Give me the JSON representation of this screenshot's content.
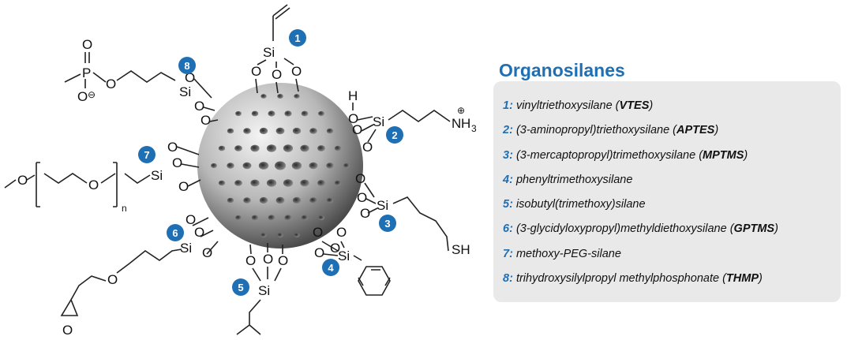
{
  "legend": {
    "title": "Organosilanes",
    "items": [
      {
        "num": "1:",
        "name": "vinyltriethoxysilane (",
        "abbr": "VTES",
        "tail": ")"
      },
      {
        "num": "2:",
        "name": "(3-aminopropyl)triethoxysilane (",
        "abbr": "APTES",
        "tail": ")"
      },
      {
        "num": "3:",
        "name": "(3-mercaptopropyl)trimethoxysilane (",
        "abbr": "MPTMS",
        "tail": ")"
      },
      {
        "num": "4:",
        "name": "phenyltrimethoxysilane",
        "abbr": "",
        "tail": ""
      },
      {
        "num": "5:",
        "name": "isobutyl(trimethoxy)silane",
        "abbr": "",
        "tail": ""
      },
      {
        "num": "6:",
        "name": "(3-glycidyloxypropyl)methyldiethoxysilane (",
        "abbr": "GPTMS",
        "tail": ")"
      },
      {
        "num": "7:",
        "name": "methoxy-PEG-silane",
        "abbr": "",
        "tail": ""
      },
      {
        "num": "8:",
        "name": "trihydroxysilylpropyl methylphosphonate (",
        "abbr": "THMP",
        "tail": ")"
      }
    ]
  },
  "diagram": {
    "badge_color": "#1f6fb5",
    "badges": [
      "1",
      "2",
      "3",
      "4",
      "5",
      "6",
      "7",
      "8"
    ],
    "atoms": {
      "si": "Si",
      "o": "O",
      "p": "P",
      "h": "H",
      "n": "N",
      "h3": "H",
      "three": "3",
      "sh": "SH",
      "plus": "⊕",
      "minus": "⊖",
      "n_repeat": "n"
    }
  }
}
